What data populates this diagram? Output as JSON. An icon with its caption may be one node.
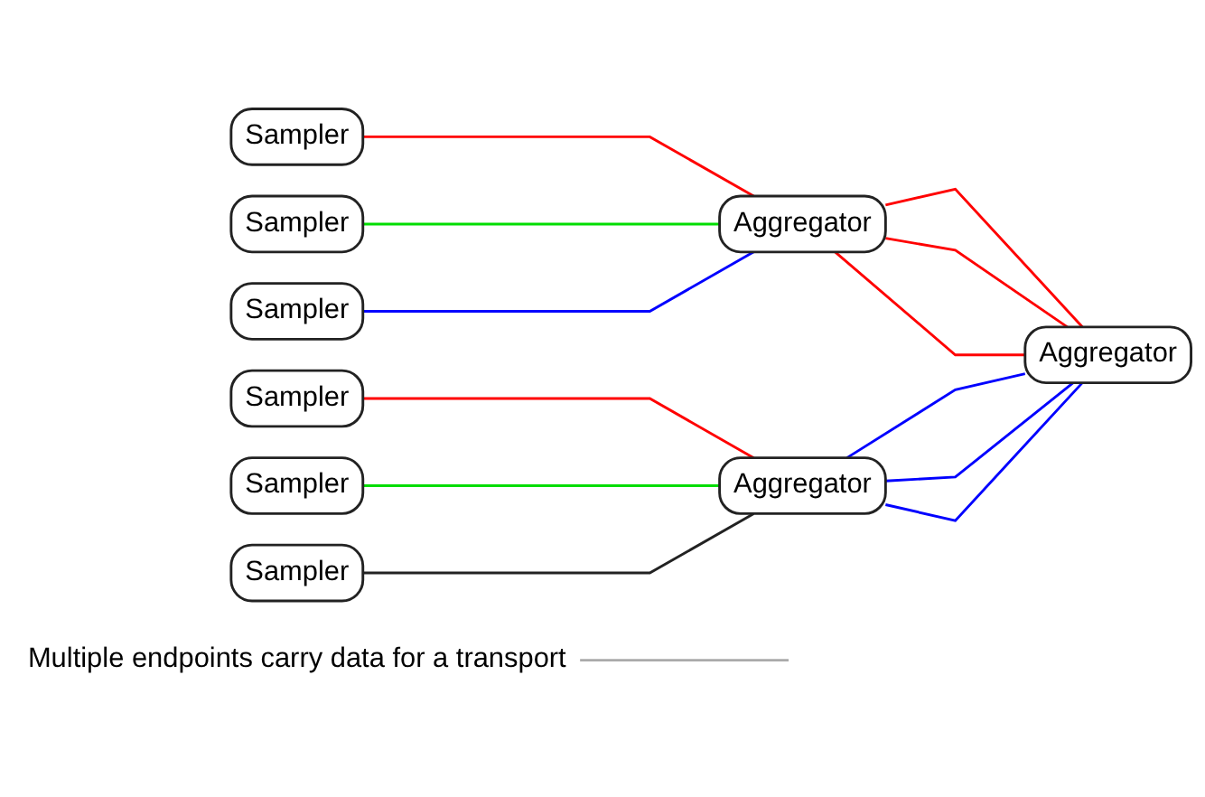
{
  "diagram": {
    "nodes": [
      {
        "text": [
          "Sampler"
        ]
      },
      {
        "text": [
          "Sampler"
        ]
      },
      {
        "text": [
          "Sampler"
        ]
      },
      {
        "text": [
          "Aggregator"
        ]
      },
      {
        "text": [
          "Multiple endpoints carry data for a transport"
        ]
      },
      {
        "text": [
          "Aggregator"
        ]
      },
      {
        "text": [
          "Sampler"
        ]
      },
      {
        "text": [
          "Sampler"
        ]
      },
      {
        "text": [
          "Sampler"
        ]
      },
      {
        "text": [
          "Aggregator"
        ]
      }
    ],
    "edges": [
      {
        "from": 0,
        "to": 3,
        "arrow": "none",
        "color": "#ff0000"
      },
      {
        "from": 1,
        "to": 3,
        "arrow": "none",
        "color": "#00dd00"
      },
      {
        "from": 2,
        "to": 3,
        "arrow": "none",
        "color": "#0000ff"
      },
      {
        "from": 3,
        "to": 5,
        "arrow": "none",
        "color": "#ff0000"
      },
      {
        "from": 3,
        "to": 5,
        "arrow": "none",
        "color": "#ff0000"
      },
      {
        "from": 3,
        "to": 5,
        "arrow": "none",
        "color": "#ff0000"
      },
      {
        "from": 9,
        "to": 5,
        "arrow": "none",
        "color": "#0000ff"
      },
      {
        "from": 9,
        "to": 5,
        "arrow": "none",
        "color": "#0000ff"
      },
      {
        "from": 9,
        "to": 5,
        "arrow": "none",
        "color": "#0000ff"
      },
      {
        "from": 6,
        "to": 9,
        "arrow": "none",
        "color": "#ff0000"
      },
      {
        "from": 7,
        "to": 9,
        "arrow": "none",
        "color": "#00dd00"
      },
      {
        "from": 8,
        "to": 9,
        "arrow": "none",
        "color": "#222222"
      },
      {
        "from": 4,
        "to": null,
        "arrow": "none",
        "color": "#aaaaaa"
      }
    ]
  }
}
